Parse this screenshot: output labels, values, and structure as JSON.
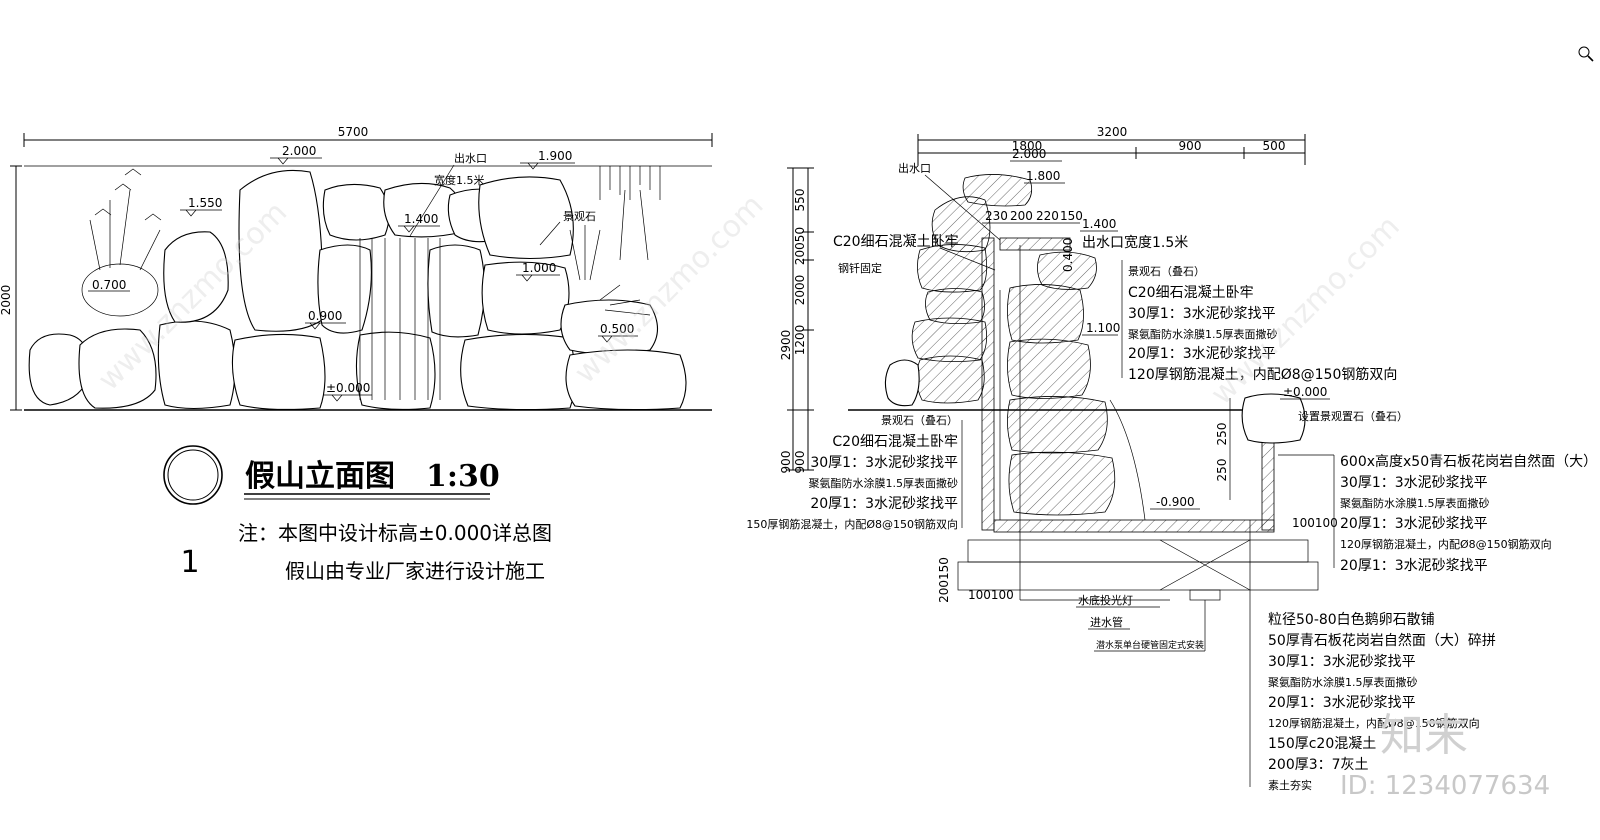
{
  "left": {
    "dims": {
      "width_total": "5700",
      "height_total": "2000",
      "elev_2000": "2.000",
      "elev_1550": "1.550",
      "elev_1400": "1.400",
      "elev_1900": "1.900",
      "elev_1000": "1.000",
      "elev_0700": "0.700",
      "elev_0900": "0.900",
      "elev_0500": "0.500",
      "elev_0000": "±0.000"
    },
    "labels": {
      "outlet": "出水口",
      "width": "宽度1.5米",
      "feature_stone": "景观石"
    },
    "title": "假山立面图",
    "scale": "1:30",
    "number": "1",
    "note_line1": "注：本图中设计标高±0.000详总图",
    "note_line2": "假山由专业厂家进行设计施工"
  },
  "right": {
    "dims": {
      "top_total": "3200",
      "top_a": "1800",
      "top_b": "900",
      "top_c": "500",
      "elev_2000": "2.000",
      "elev_1800": "1.800",
      "elev_1400": "1.400",
      "elev_1100": "1.100",
      "elev_0400": "0.400",
      "elev_0000": "±0.000",
      "elev_neg0900": "-0.900",
      "v_total": "2900",
      "v_550": "550",
      "v_200": "20050",
      "v_2000": "2000",
      "v_1200": "1200",
      "v_900a": "900",
      "v_900b": "900",
      "v_250a": "250",
      "v_250b": "250",
      "v_200150": "200150",
      "h_100a": "100100",
      "h_100b": "100100",
      "small_230": "230",
      "small_200": "200",
      "small_220": "220",
      "small_150": "150"
    },
    "labels": {
      "outlet": "出水口",
      "c20_top": "C20细石混凝土卧牢",
      "rebar_fix": "钢钎固定",
      "outlet_width": "出水口宽度1.5米",
      "stone_stack": "景观石（叠石）",
      "c20_r": "C20细石混凝土卧牢",
      "mortar30_r": "30厚1：3水泥砂浆找平",
      "waterproof_r": "聚氨酯防水涂膜1.5厚表面撒砂",
      "mortar20_r": "20厚1：3水泥砂浆找平",
      "rc120_r": "120厚钢筋混凝土，内配Ø8@150钢筋双向",
      "feature_placed": "设置景观置石（叠石）",
      "stone_stack_l": "景观石（叠石）",
      "c20_l": "C20细石混凝土卧牢",
      "mortar30_l": "30厚1：3水泥砂浆找平",
      "waterproof_l": "聚氨酯防水涂膜1.5厚表面撒砂",
      "mortar20_l": "20厚1：3水泥砂浆找平",
      "rc150_l": "150厚钢筋混凝土，内配Ø8@150钢筋双向",
      "slab_600": "600x高度x50青石板花岗岩自然面（大）",
      "mortar30_e": "30厚1：3水泥砂浆找平",
      "waterproof_e": "聚氨酯防水涂膜1.5厚表面撒砂",
      "mortar20_e": "20厚1：3水泥砂浆找平",
      "rc120_e": "120厚钢筋混凝土，内配Ø8@150钢筋双向",
      "mortar20_e2": "20厚1：3水泥砂浆找平",
      "underwater_light": "水底投光灯",
      "inlet_pipe": "进水管",
      "pump": "潜水泵单台硬管固定式安装",
      "pebbles": "粒径50-80白色鹅卵石散铺",
      "slab_50": "50厚青石板花岗岩自然面（大）碎拼",
      "mortar30_b": "30厚1：3水泥砂浆找平",
      "waterproof_b": "聚氨酯防水涂膜1.5厚表面撒砂",
      "mortar20_b": "20厚1：3水泥砂浆找平",
      "rc120_b": "120厚钢筋混凝土，内配Ø8@150钢筋双向",
      "c20_150": "150厚c20混凝土",
      "lime_200": "200厚3：7灰土",
      "soil": "素土夯实"
    }
  },
  "watermark": {
    "logo": "知末",
    "id": "ID: 1234077634",
    "site": "www.znzmo.com"
  }
}
